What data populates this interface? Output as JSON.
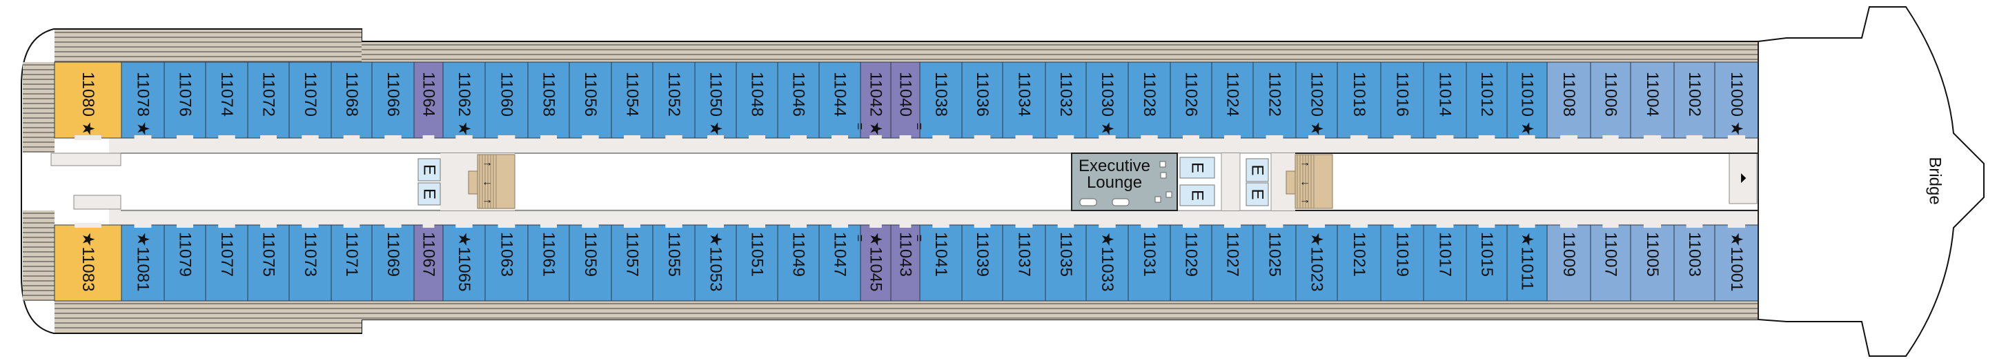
{
  "deck": {
    "bridge_label": "Bridge",
    "lounge_label_line1": "Executive",
    "lounge_label_line2": "Lounge",
    "elevator_label": "E",
    "connecting_mark": "=",
    "star_glyph": "★"
  },
  "colors": {
    "standard": "#519fd8",
    "connecting": "#857fb9",
    "suite": "#f5c153",
    "forward": "#86acd9",
    "corridor": "#eeebe8",
    "deck": "#d3cabb",
    "deck_line": "#6e6a64",
    "stairs": "#d9c29c",
    "lounge": "#a8b6b9",
    "elevator": "#d5eaf6"
  },
  "cabins_top": [
    {
      "number": "11080",
      "category": "suite",
      "star": true
    },
    {
      "number": "11078",
      "category": "standard",
      "star": true
    },
    {
      "number": "11076",
      "category": "standard",
      "star": false
    },
    {
      "number": "11074",
      "category": "standard",
      "star": false
    },
    {
      "number": "11072",
      "category": "standard",
      "star": false
    },
    {
      "number": "11070",
      "category": "standard",
      "star": false
    },
    {
      "number": "11068",
      "category": "standard",
      "star": false
    },
    {
      "number": "11066",
      "category": "standard",
      "star": false
    },
    {
      "number": "11064",
      "category": "connecting",
      "star": false
    },
    {
      "number": "11062",
      "category": "standard",
      "star": true
    },
    {
      "number": "11060",
      "category": "standard",
      "star": false
    },
    {
      "number": "11058",
      "category": "standard",
      "star": false
    },
    {
      "number": "11056",
      "category": "standard",
      "star": false
    },
    {
      "number": "11054",
      "category": "standard",
      "star": false
    },
    {
      "number": "11052",
      "category": "standard",
      "star": false
    },
    {
      "number": "11050",
      "category": "standard",
      "star": true
    },
    {
      "number": "11048",
      "category": "standard",
      "star": false
    },
    {
      "number": "11046",
      "category": "standard",
      "star": false
    },
    {
      "number": "11044",
      "category": "standard",
      "star": false
    },
    {
      "number": "11042",
      "category": "connecting",
      "star": true
    },
    {
      "number": "11040",
      "category": "connecting",
      "star": false
    },
    {
      "number": "11038",
      "category": "standard",
      "star": false
    },
    {
      "number": "11036",
      "category": "standard",
      "star": false
    },
    {
      "number": "11034",
      "category": "standard",
      "star": false
    },
    {
      "number": "11032",
      "category": "standard",
      "star": false
    },
    {
      "number": "11030",
      "category": "standard",
      "star": true
    },
    {
      "number": "11028",
      "category": "standard",
      "star": false
    },
    {
      "number": "11026",
      "category": "standard",
      "star": false
    },
    {
      "number": "11024",
      "category": "standard",
      "star": false
    },
    {
      "number": "11022",
      "category": "standard",
      "star": false
    },
    {
      "number": "11020",
      "category": "standard",
      "star": true
    },
    {
      "number": "11018",
      "category": "standard",
      "star": false
    },
    {
      "number": "11016",
      "category": "standard",
      "star": false
    },
    {
      "number": "11014",
      "category": "standard",
      "star": false
    },
    {
      "number": "11012",
      "category": "standard",
      "star": false
    },
    {
      "number": "11010",
      "category": "standard",
      "star": true
    },
    {
      "number": "11008",
      "category": "forward",
      "star": false
    },
    {
      "number": "11006",
      "category": "forward",
      "star": false
    },
    {
      "number": "11004",
      "category": "forward",
      "star": false
    },
    {
      "number": "11002",
      "category": "forward",
      "star": false
    },
    {
      "number": "11000",
      "category": "forward",
      "star": true
    }
  ],
  "cabins_bottom": [
    {
      "number": "11083",
      "category": "suite",
      "star": true
    },
    {
      "number": "11081",
      "category": "standard",
      "star": true
    },
    {
      "number": "11079",
      "category": "standard",
      "star": false
    },
    {
      "number": "11077",
      "category": "standard",
      "star": false
    },
    {
      "number": "11075",
      "category": "standard",
      "star": false
    },
    {
      "number": "11073",
      "category": "standard",
      "star": false
    },
    {
      "number": "11071",
      "category": "standard",
      "star": false
    },
    {
      "number": "11069",
      "category": "standard",
      "star": false
    },
    {
      "number": "11067",
      "category": "connecting",
      "star": false
    },
    {
      "number": "11065",
      "category": "standard",
      "star": true
    },
    {
      "number": "11063",
      "category": "standard",
      "star": false
    },
    {
      "number": "11061",
      "category": "standard",
      "star": false
    },
    {
      "number": "11059",
      "category": "standard",
      "star": false
    },
    {
      "number": "11057",
      "category": "standard",
      "star": false
    },
    {
      "number": "11055",
      "category": "standard",
      "star": false
    },
    {
      "number": "11053",
      "category": "standard",
      "star": true
    },
    {
      "number": "11051",
      "category": "standard",
      "star": false
    },
    {
      "number": "11049",
      "category": "standard",
      "star": false
    },
    {
      "number": "11047",
      "category": "standard",
      "star": false
    },
    {
      "number": "11045",
      "category": "connecting",
      "star": true
    },
    {
      "number": "11043",
      "category": "connecting",
      "star": false
    },
    {
      "number": "11041",
      "category": "standard",
      "star": false
    },
    {
      "number": "11039",
      "category": "standard",
      "star": false
    },
    {
      "number": "11037",
      "category": "standard",
      "star": false
    },
    {
      "number": "11035",
      "category": "standard",
      "star": false
    },
    {
      "number": "11033",
      "category": "standard",
      "star": true
    },
    {
      "number": "11031",
      "category": "standard",
      "star": false
    },
    {
      "number": "11029",
      "category": "standard",
      "star": false
    },
    {
      "number": "11027",
      "category": "standard",
      "star": false
    },
    {
      "number": "11025",
      "category": "standard",
      "star": false
    },
    {
      "number": "11023",
      "category": "standard",
      "star": true
    },
    {
      "number": "11021",
      "category": "standard",
      "star": false
    },
    {
      "number": "11019",
      "category": "standard",
      "star": false
    },
    {
      "number": "11017",
      "category": "standard",
      "star": false
    },
    {
      "number": "11015",
      "category": "standard",
      "star": false
    },
    {
      "number": "11011",
      "category": "standard",
      "star": true
    },
    {
      "number": "11009",
      "category": "forward",
      "star": false
    },
    {
      "number": "11007",
      "category": "forward",
      "star": false
    },
    {
      "number": "11005",
      "category": "forward",
      "star": false
    },
    {
      "number": "11003",
      "category": "forward",
      "star": false
    },
    {
      "number": "11001",
      "category": "forward",
      "star": true
    }
  ]
}
